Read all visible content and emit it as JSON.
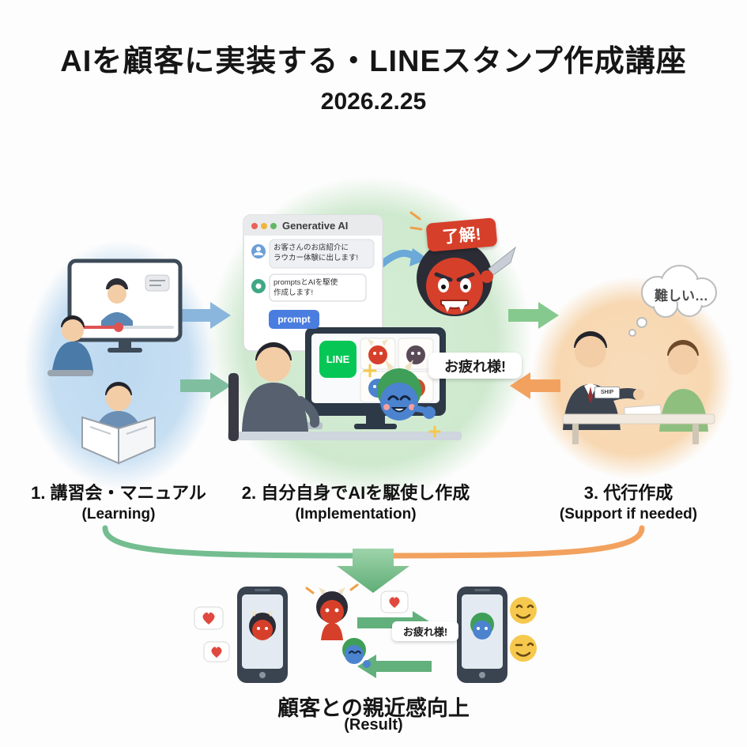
{
  "header": {
    "title": "AIを顧客に実装する・LINEスタンプ作成講座",
    "date": "2026.2.25"
  },
  "chat_window": {
    "app_title": "Generative AI",
    "user_message": "お客さんのお店紹介に\nラウカー体験に出します!",
    "ai_message": "promptsとAIを駆使\n作成します!",
    "prompt_button": "prompt"
  },
  "line_app": {
    "logo": "LINE"
  },
  "stickers": {
    "ok_label": "了解!",
    "thanks_label": "お疲れ様!"
  },
  "support": {
    "badge": "SHIP",
    "thought": "難しい…"
  },
  "steps": [
    {
      "main": "1. 講習会・マニュアル",
      "sub": "(Learning)"
    },
    {
      "main": "2. 自分自身でAIを駆使し作成",
      "sub": "(Implementation)"
    },
    {
      "main": "3. 代行作成",
      "sub": "(Support if needed)"
    }
  ],
  "result": {
    "sticker_label": "お疲れ様!",
    "title": "顧客との親近感向上",
    "sub": "(Result)"
  },
  "colors": {
    "line_green": "#06C755",
    "step1_blue": "#BCD9F0",
    "step2_green": "#CFE9CF",
    "step3_orange": "#F7D8B2",
    "arrow_green": "#62B07C",
    "arrow_orange": "#F2A25E",
    "oni_red": "#D6402A",
    "oni_blue": "#4B83CF"
  }
}
